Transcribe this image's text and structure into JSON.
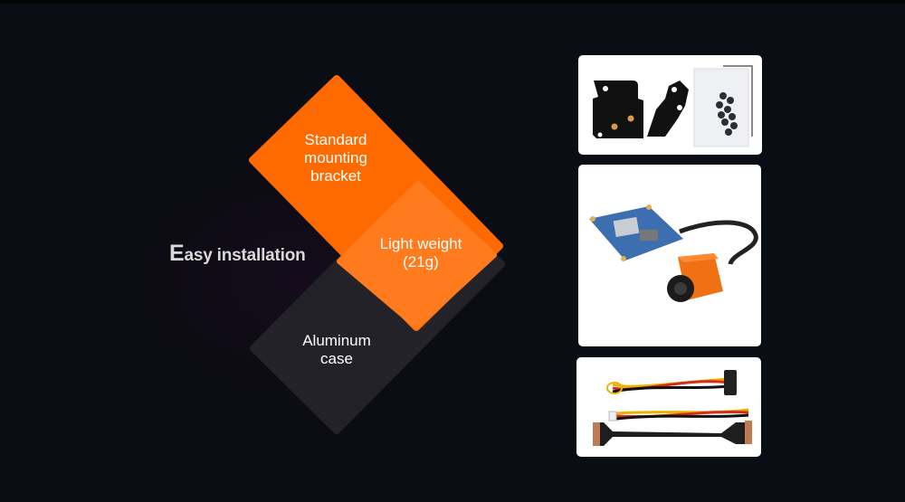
{
  "headline": {
    "first_letter": "E",
    "rest": "asy installation"
  },
  "features": [
    {
      "lines": [
        "Standard",
        "mounting",
        "bracket"
      ],
      "color": "#ff6a00"
    },
    {
      "lines": [
        "Light weight",
        "(21g)"
      ],
      "color": "#ff7a1c"
    },
    {
      "lines": [
        "Aluminum",
        "case"
      ],
      "color": "#232229"
    }
  ],
  "product_images": [
    {
      "name": "mounting-bracket-and-screws"
    },
    {
      "name": "camera-with-board"
    },
    {
      "name": "cables"
    }
  ],
  "colors": {
    "background": "#0b0d14",
    "accent": "#ff6a00",
    "dark_tile": "#232229",
    "headline_text": "#d9d9d9"
  }
}
